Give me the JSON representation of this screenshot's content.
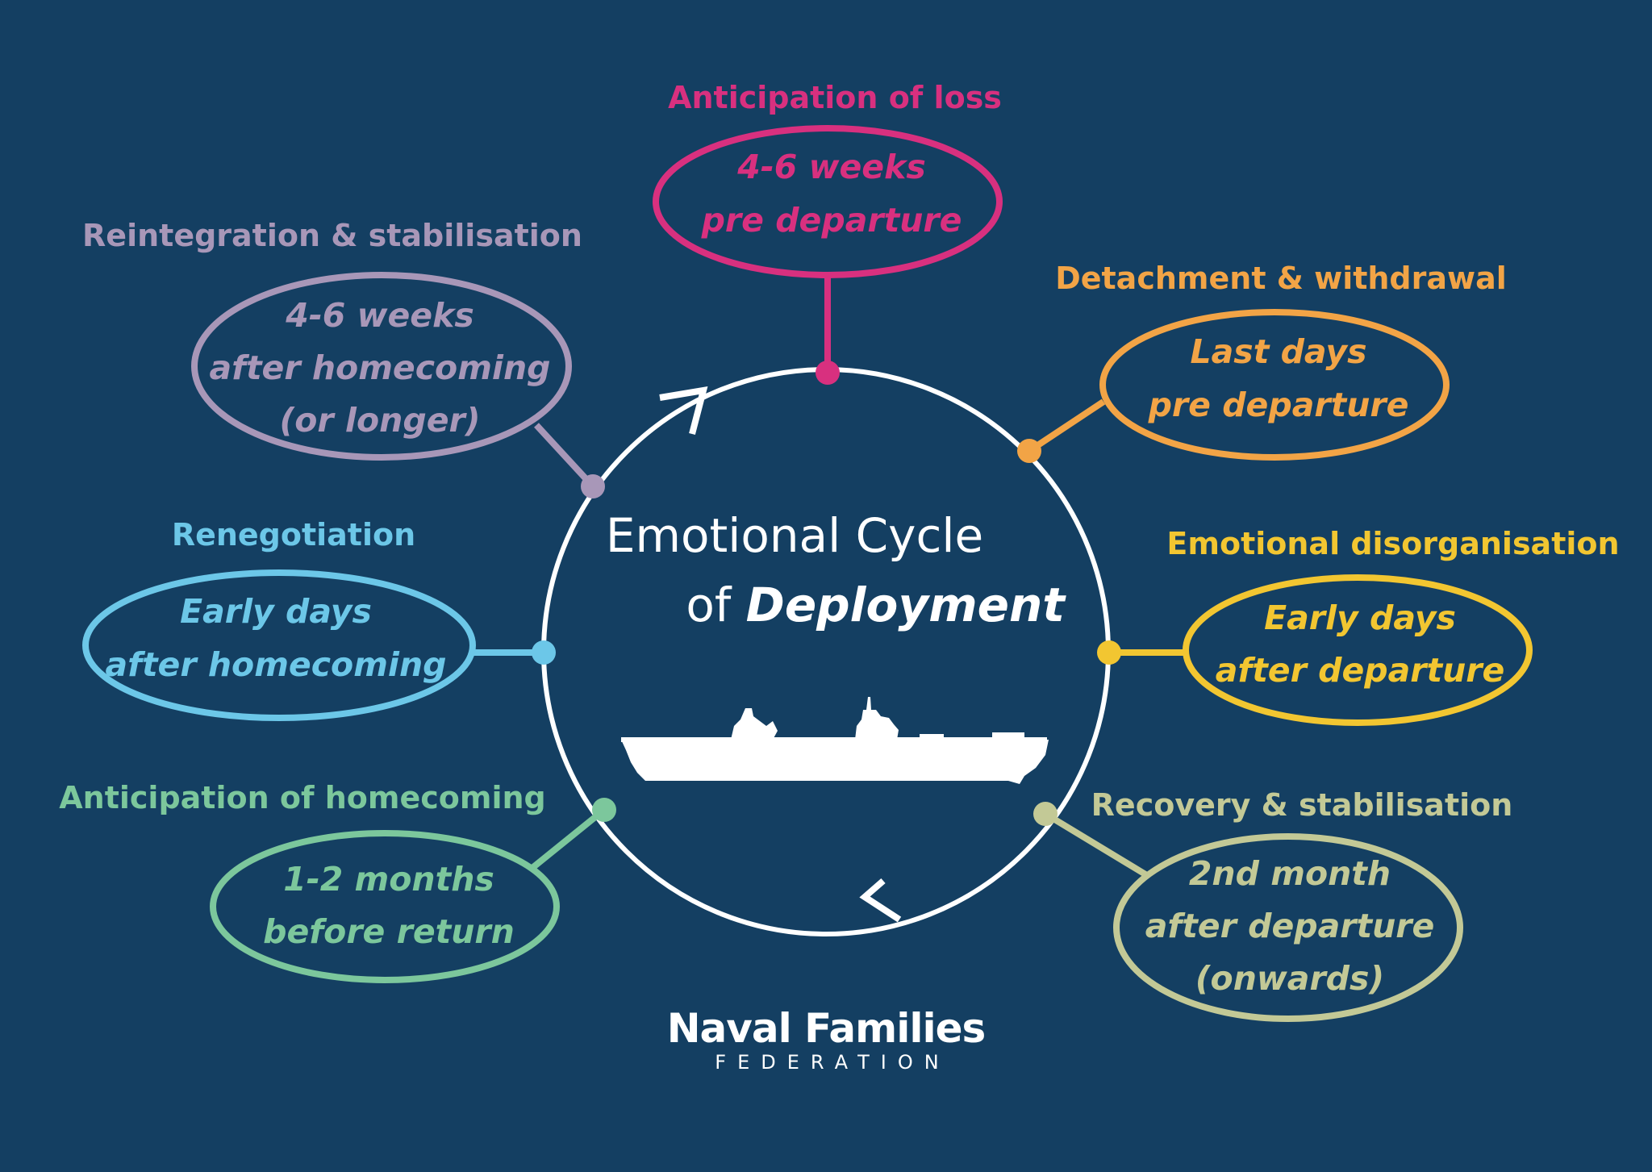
{
  "center": {
    "title_line1": "Emotional Cycle",
    "title_line2_prefix": "of ",
    "title_line2_bold": "Deployment"
  },
  "stages": [
    {
      "title": "Anticipation of loss",
      "timing": [
        "4-6 weeks",
        "pre departure"
      ],
      "color": "#d8307f"
    },
    {
      "title": "Detachment & withdrawal",
      "timing": [
        "Last days",
        "pre departure"
      ],
      "color": "#f2a446"
    },
    {
      "title": "Emotional disorganisation",
      "timing": [
        "Early days",
        "after departure"
      ],
      "color": "#f2c631"
    },
    {
      "title": "Recovery & stabilisation",
      "timing": [
        "2nd month",
        "after departure",
        "(onwards)"
      ],
      "color": "#c3c996"
    },
    {
      "title": "Anticipation of homecoming",
      "timing": [
        "1-2 months",
        "before return"
      ],
      "color": "#7cc79c"
    },
    {
      "title": "Renegotiation",
      "timing": [
        "Early days",
        "after homecoming"
      ],
      "color": "#6cc7e8"
    },
    {
      "title": "Reintegration & stabilisation",
      "timing": [
        "4-6 weeks",
        "after homecoming",
        "(or longer)"
      ],
      "color": "#a897b8"
    }
  ],
  "ship": {
    "icon": "ship-silhouette-icon",
    "color": "#ffffff"
  },
  "logo": {
    "main": "Naval Families",
    "sub": "FEDERATION"
  },
  "colors": {
    "background": "#143f62",
    "circle": "#ffffff"
  }
}
